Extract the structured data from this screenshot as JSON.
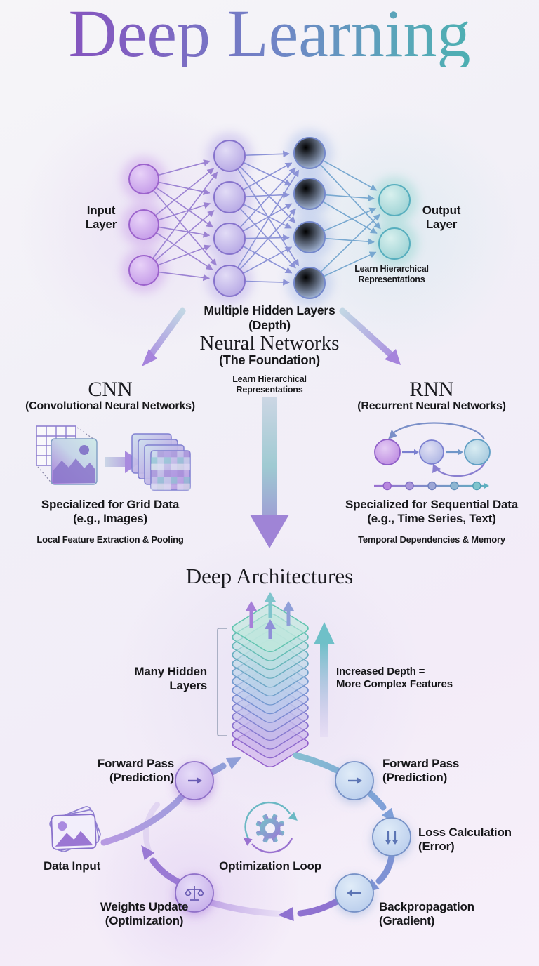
{
  "title": "Deep Learning",
  "colors": {
    "accent_purple": "#8a49bc",
    "accent_blue": "#6f86c6",
    "accent_teal": "#43b7ab",
    "text": "#17171a"
  },
  "network": {
    "layers": [
      3,
      4,
      4,
      2
    ],
    "input_label": "Input\nLayer",
    "output_label": "Output\nLayer",
    "note": "Learn Hierarchical\nRepresentations",
    "caption": "Multiple Hidden Layers\n(Depth)"
  },
  "foundation": {
    "heading": "Neural Networks",
    "subheading": "(The Foundation)",
    "note": "Learn Hierarchical\nRepresentations"
  },
  "cnn": {
    "heading": "CNN",
    "subheading": "(Convolutional Neural Networks)",
    "specialty": "Specialized for Grid Data\n(e.g., Images)",
    "note": "Local Feature Extraction & Pooling"
  },
  "rnn": {
    "heading": "RNN",
    "subheading": "(Recurrent Neural Networks)",
    "specialty": "Specialized for Sequential Data\n(e.g., Time Series, Text)",
    "note": "Temporal Dependencies & Memory",
    "cells": 3,
    "sequence_dots": 5
  },
  "deep_architectures": {
    "heading": "Deep Architectures",
    "stack_layers": 14,
    "left_label": "Many Hidden\nLayers",
    "right_label": "Increased Depth =\nMore Complex Features"
  },
  "training_cycle": {
    "center_label": "Optimization Loop",
    "data_input_label": "Data Input",
    "steps": [
      {
        "label": "Forward Pass\n(Prediction)",
        "icon": "arrow-right-icon"
      },
      {
        "label": "Forward Pass\n(Prediction)",
        "icon": "arrow-right-icon"
      },
      {
        "label": "Loss Calculation\n(Error)",
        "icon": "double-down-arrow-icon"
      },
      {
        "label": "Backpropagation\n(Gradient)",
        "icon": "arrow-left-icon"
      },
      {
        "label": "Weights Update\n(Optimization)",
        "icon": "scales-icon"
      }
    ]
  }
}
